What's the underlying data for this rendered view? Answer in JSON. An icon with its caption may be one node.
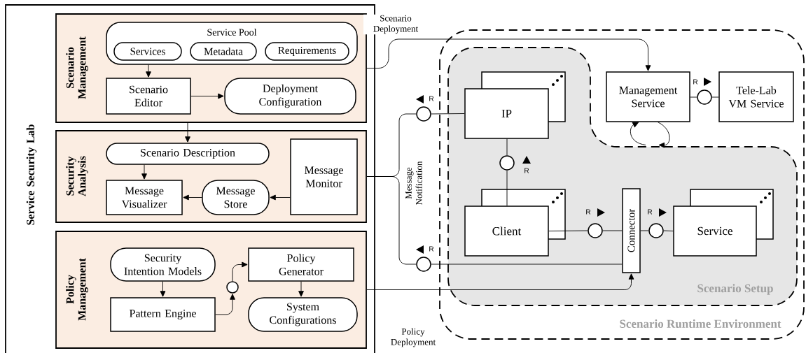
{
  "diagram": {
    "nodes": [
      {
        "text": [
          "Service Security Lab"
        ]
      },
      {
        "text": [
          "Scenario Management"
        ],
        "in": 0
      },
      {
        "text": [
          "Service Pool"
        ],
        "in": 1
      },
      {
        "text": [
          "Services"
        ],
        "in": 2
      },
      {
        "text": [
          "Metadata"
        ],
        "in": 2
      },
      {
        "text": [
          "Requirements"
        ],
        "in": 2
      },
      {
        "text": [
          "Scenario Editor"
        ],
        "in": 1
      },
      {
        "text": [
          "Deployment Configuration"
        ],
        "in": 1
      },
      {
        "text": [
          "Security Analysis"
        ],
        "in": 0
      },
      {
        "text": [
          "Scenario Description"
        ],
        "in": 8
      },
      {
        "text": [
          "Message Visualizer"
        ],
        "in": 8
      },
      {
        "text": [
          "Message Store"
        ],
        "in": 8
      },
      {
        "text": [
          "Message Monitor"
        ],
        "in": 8
      },
      {
        "text": [
          "Policy Management"
        ],
        "in": 0
      },
      {
        "text": [
          "Security Intention Models"
        ],
        "in": 13
      },
      {
        "text": [
          "Pattern Engine"
        ],
        "in": 13
      },
      {
        "text": [],
        "shape": "circle",
        "in": 13
      },
      {
        "text": [
          "Policy Generator"
        ],
        "in": 13
      },
      {
        "text": [
          "System Configurations"
        ],
        "in": 13
      },
      {
        "text": [
          "Scenario Runtime Environment"
        ]
      },
      {
        "text": [
          "Scenario Setup"
        ],
        "in": 19
      },
      {
        "text": [
          "Management Service"
        ],
        "in": 19
      },
      {
        "text": [],
        "shape": "circle",
        "in": 19,
        "beside": [
          "R"
        ]
      },
      {
        "text": [
          "Tele-Lab VM Service"
        ],
        "in": 19
      },
      {
        "text": [
          "IP"
        ],
        "in": 20
      },
      {
        "text": [],
        "shape": "circle",
        "in": 20,
        "beside": [
          "R"
        ]
      },
      {
        "text": [
          "Client"
        ],
        "in": 20
      },
      {
        "text": [],
        "shape": "circle",
        "in": 20,
        "beside": [
          "R"
        ]
      },
      {
        "text": [
          "Connector"
        ],
        "in": 20
      },
      {
        "text": [],
        "shape": "circle",
        "in": 20,
        "beside": [
          "R"
        ]
      },
      {
        "text": [
          "Service"
        ],
        "in": 20
      },
      {
        "text": [],
        "shape": "circle",
        "beside": [
          "R"
        ]
      },
      {
        "text": [],
        "shape": "circle",
        "beside": [
          "R"
        ]
      }
    ],
    "edges": [
      {
        "from": 2,
        "to": 6,
        "arrow": "to"
      },
      {
        "from": 6,
        "to": 7,
        "arrow": "to"
      },
      {
        "from": 1,
        "to": 9,
        "arrow": "to"
      },
      {
        "from": 9,
        "to": 10,
        "arrow": "to"
      },
      {
        "from": 11,
        "to": 10,
        "arrow": "to"
      },
      {
        "from": 12,
        "to": 11,
        "arrow": "to"
      },
      {
        "from": 14,
        "to": 15,
        "arrow": "to"
      },
      {
        "from": 15,
        "to": 16,
        "arrow": "to"
      },
      {
        "from": 16,
        "to": 17,
        "arrow": "to"
      },
      {
        "from": 17,
        "to": 18,
        "arrow": "to"
      },
      {
        "from": 1,
        "to": 21,
        "arrow": "to",
        "label": "Scenario Deployment"
      },
      {
        "from": 8,
        "to": 31,
        "arrow": "none",
        "label": "Message Notification"
      },
      {
        "from": 8,
        "to": 32,
        "arrow": "none"
      },
      {
        "from": 31,
        "to": 24,
        "arrow": "none"
      },
      {
        "from": 32,
        "to": 28,
        "arrow": "none"
      },
      {
        "from": 13,
        "to": 28,
        "arrow": "to",
        "label": "Policy Deployment"
      },
      {
        "from": 21,
        "to": 22,
        "arrow": "none"
      },
      {
        "from": 22,
        "to": 23,
        "arrow": "none"
      },
      {
        "from": 24,
        "to": 25,
        "arrow": "none"
      },
      {
        "from": 25,
        "to": 26,
        "arrow": "none"
      },
      {
        "from": 26,
        "to": 27,
        "arrow": "none"
      },
      {
        "from": 27,
        "to": 28,
        "arrow": "none"
      },
      {
        "from": 28,
        "to": 29,
        "arrow": "none"
      },
      {
        "from": 29,
        "to": 30,
        "arrow": "none"
      },
      {
        "from": 21,
        "to": 20,
        "arrow": "to"
      },
      {
        "from": 20,
        "to": 21,
        "arrow": "to"
      }
    ]
  }
}
